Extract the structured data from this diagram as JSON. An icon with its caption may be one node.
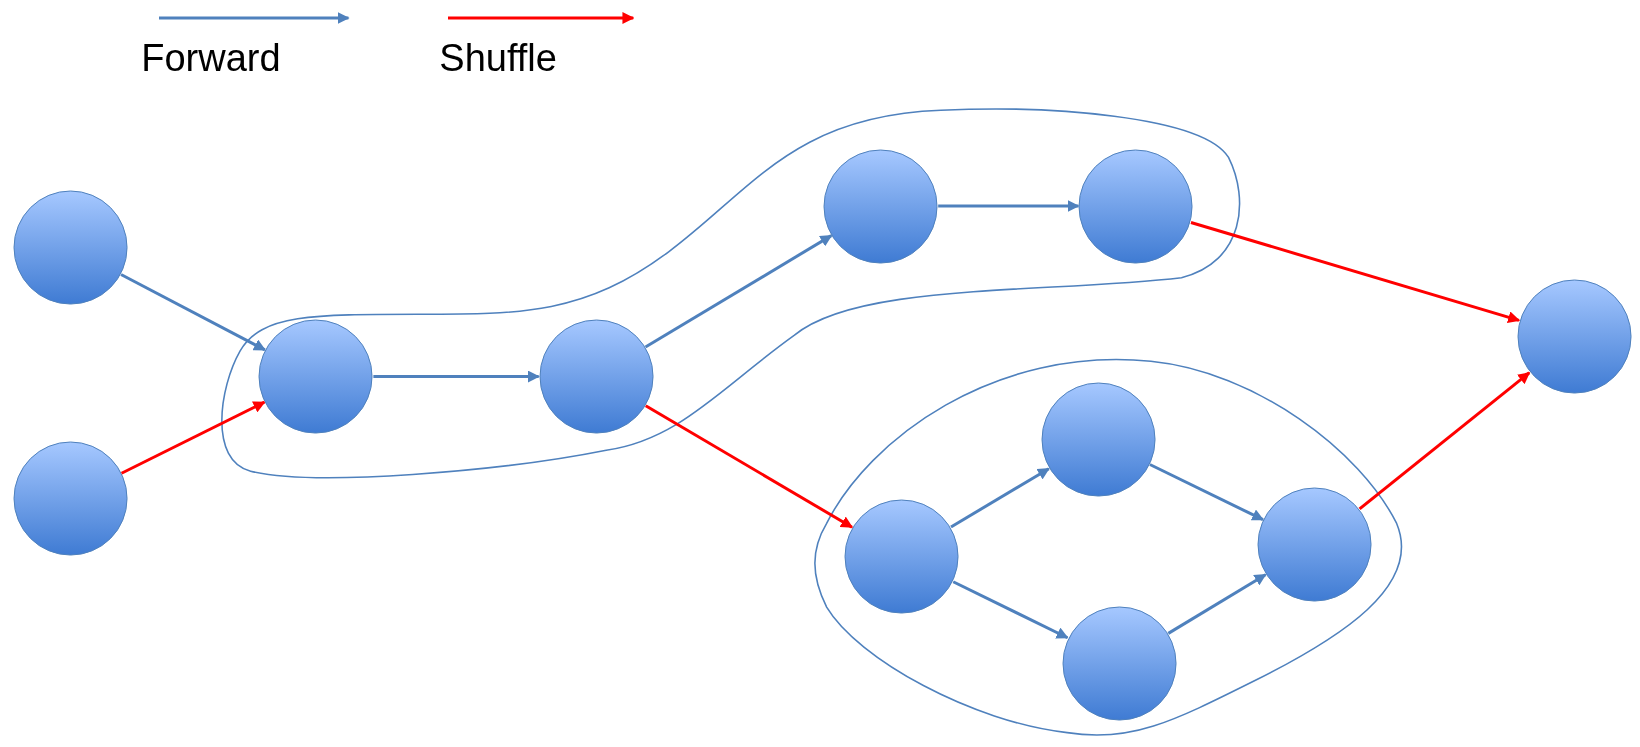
{
  "diagram": {
    "nodes": [
      {
        "text": [],
        "shape": "circle"
      },
      {
        "text": [],
        "shape": "circle"
      },
      {
        "text": [],
        "shape": "blob"
      },
      {
        "text": [],
        "shape": "circle",
        "in": 2
      },
      {
        "text": [],
        "shape": "circle",
        "in": 2
      },
      {
        "text": [],
        "shape": "circle",
        "in": 2
      },
      {
        "text": [],
        "shape": "circle",
        "in": 2
      },
      {
        "text": [],
        "shape": "blob"
      },
      {
        "text": [],
        "shape": "circle",
        "in": 7
      },
      {
        "text": [],
        "shape": "circle",
        "in": 7
      },
      {
        "text": [],
        "shape": "circle",
        "in": 7
      },
      {
        "text": [],
        "shape": "circle",
        "in": 7
      },
      {
        "text": [],
        "shape": "circle"
      }
    ],
    "edges": [
      {
        "from": 0,
        "to": 3,
        "arrow": "to"
      },
      {
        "from": 1,
        "to": 3,
        "arrow": "to",
        "color": "#ff0000"
      },
      {
        "from": 3,
        "to": 4,
        "arrow": "to"
      },
      {
        "from": 4,
        "to": 5,
        "arrow": "to"
      },
      {
        "from": 5,
        "to": 6,
        "arrow": "to"
      },
      {
        "from": 4,
        "to": 8,
        "arrow": "to",
        "color": "#ff0000"
      },
      {
        "from": 6,
        "to": 12,
        "arrow": "to",
        "color": "#ff0000"
      },
      {
        "from": 8,
        "to": 9,
        "arrow": "to"
      },
      {
        "from": 8,
        "to": 10,
        "arrow": "to"
      },
      {
        "from": 9,
        "to": 11,
        "arrow": "to"
      },
      {
        "from": 10,
        "to": 11,
        "arrow": "to"
      },
      {
        "from": 11,
        "to": 12,
        "arrow": "to",
        "color": "#ff0000"
      }
    ],
    "legend": [
      {
        "text": "Forward",
        "color": "#4f81bd"
      },
      {
        "text": "Shuffle",
        "color": "#ff0000"
      }
    ]
  }
}
